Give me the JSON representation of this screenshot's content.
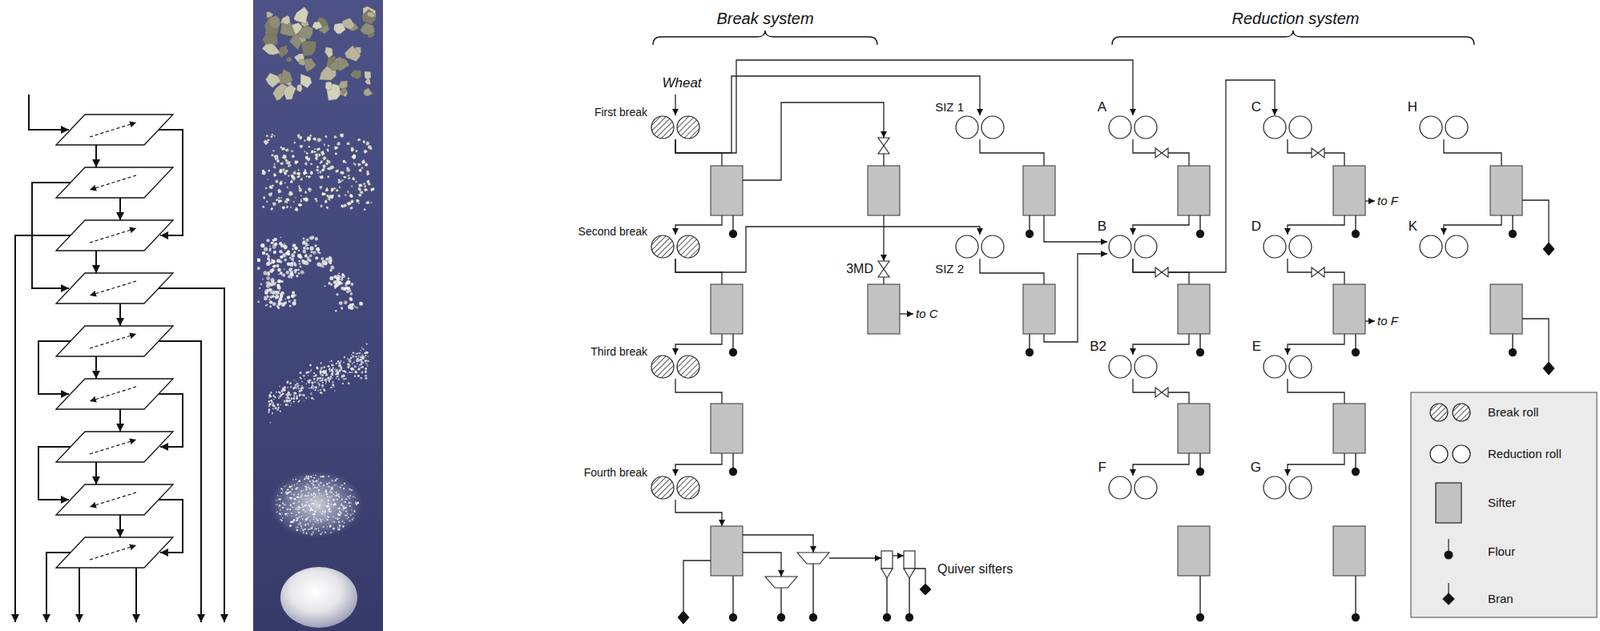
{
  "diagram": {
    "nodes": [
      {
        "text": [
          "First break"
        ]
      },
      {
        "text": [
          "SIZ 1"
        ]
      },
      {
        "text": [
          "A"
        ]
      },
      {
        "text": [
          "C"
        ]
      },
      {
        "text": [
          "H"
        ]
      },
      {
        "text": [
          "Second break"
        ]
      },
      {
        "text": [
          "SIZ 2"
        ]
      },
      {
        "text": [
          "B"
        ]
      },
      {
        "text": [
          "D"
        ]
      },
      {
        "text": [
          "K"
        ]
      },
      {
        "text": [
          "Third break"
        ]
      },
      {
        "text": [
          "B2"
        ]
      },
      {
        "text": [
          "E"
        ]
      },
      {
        "text": [
          "Fourth break"
        ]
      },
      {
        "text": [
          "F"
        ]
      },
      {
        "text": [
          "G"
        ]
      }
    ],
    "edges": [
      {
        "from": 0,
        "to": 5,
        "arrow": "to"
      },
      {
        "from": 5,
        "to": 10,
        "arrow": "to"
      },
      {
        "from": 10,
        "to": 13,
        "arrow": "to"
      },
      {
        "from": 2,
        "to": 7,
        "arrow": "to"
      },
      {
        "from": 7,
        "to": 11,
        "arrow": "to"
      },
      {
        "from": 11,
        "to": 14,
        "arrow": "to"
      },
      {
        "from": 3,
        "to": 8,
        "arrow": "to"
      },
      {
        "from": 8,
        "to": 12,
        "arrow": "to"
      },
      {
        "from": 12,
        "to": 15,
        "arrow": "to"
      },
      {
        "from": 4,
        "to": 9,
        "arrow": "to"
      },
      {
        "from": 0,
        "to": 1,
        "arrow": "to"
      },
      {
        "from": 0,
        "to": 2,
        "arrow": "to"
      },
      {
        "from": 5,
        "to": 6,
        "arrow": "to"
      },
      {
        "from": 1,
        "to": 7,
        "arrow": "to"
      },
      {
        "from": 6,
        "to": 7,
        "arrow": "to"
      },
      {
        "from": 7,
        "to": 3,
        "arrow": "to"
      }
    ],
    "labels": [
      "Break system",
      "Reduction system",
      "Wheat",
      "3MD",
      "to C",
      "to F",
      "to F",
      "Quiver sifters"
    ],
    "legend": [
      {
        "text": "Break roll"
      },
      {
        "text": "Reduction roll"
      },
      {
        "text": "Sifter"
      },
      {
        "text": "Flour"
      },
      {
        "text": "Bran"
      }
    ]
  }
}
